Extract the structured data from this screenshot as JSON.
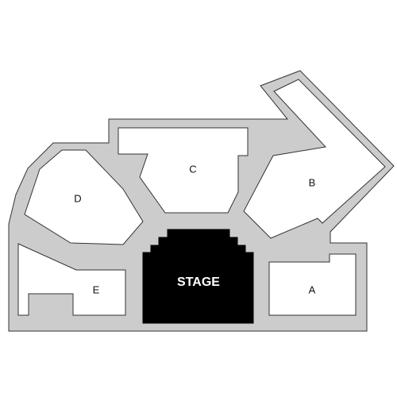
{
  "map": {
    "stage_label": "STAGE",
    "sections": {
      "a": "A",
      "b": "B",
      "c": "C",
      "d": "D",
      "e": "E"
    },
    "colors": {
      "venue_fill": "#cccccc",
      "section_fill": "#ffffff",
      "stage_fill": "#000000",
      "outline": "#333333"
    }
  }
}
